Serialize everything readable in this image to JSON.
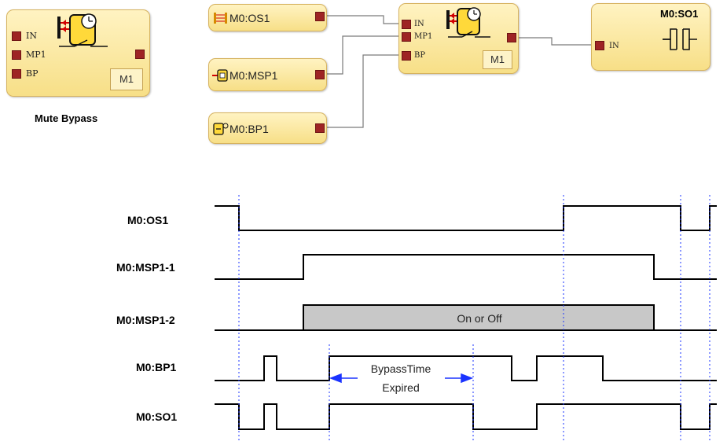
{
  "legend_block": {
    "pins": [
      "IN",
      "MP1",
      "BP"
    ],
    "instance": "M1",
    "caption": "Mute Bypass"
  },
  "network": {
    "inputs": [
      {
        "label": "M0:OS1",
        "icon": "light-curtain-icon"
      },
      {
        "label": "M0:MSP1",
        "icon": "muting-sensor-icon"
      },
      {
        "label": "M0:BP1",
        "icon": "bypass-switch-icon"
      }
    ],
    "function_block": {
      "pins": [
        "IN",
        "MP1",
        "BP"
      ],
      "instance": "M1",
      "icon": "mute-bypass-timer-icon"
    },
    "output": {
      "title": "M0:SO1",
      "pin": "IN",
      "icon": "safety-output-contact-icon"
    }
  },
  "timing": {
    "signals": [
      {
        "label": "M0:OS1"
      },
      {
        "label": "M0:MSP1-1"
      },
      {
        "label": "M0:MSP1-2",
        "region_label": "On or Off"
      },
      {
        "label": "M0:BP1",
        "annotation_line1": "BypassTime",
        "annotation_line2": "Expired"
      },
      {
        "label": "M0:SO1"
      }
    ]
  },
  "colors": {
    "block_fill": "#f7df87",
    "pin_red": "#9e2424",
    "marker_blue": "#1a33ff",
    "region_gray": "#c8c8c8"
  }
}
